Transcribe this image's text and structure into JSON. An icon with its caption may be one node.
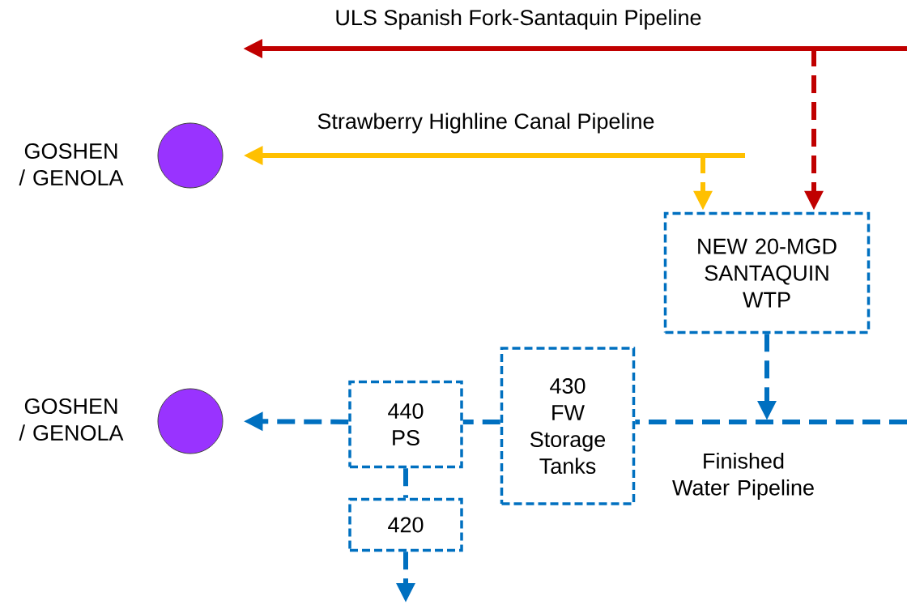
{
  "diagram": {
    "nodes": [
      {
        "text": [],
        "shape": "circle",
        "beside": [
          "GOSHEN / GENOLA"
        ]
      },
      {
        "text": [],
        "shape": "circle",
        "beside": [
          "GOSHEN / GENOLA"
        ]
      },
      {
        "text": [
          "NEW 20-MGD SANTAQUIN WTP"
        ]
      },
      {
        "text": [
          "440",
          "PS"
        ]
      },
      {
        "text": [
          "430",
          "FW Storage Tanks"
        ]
      },
      {
        "text": [
          "420"
        ]
      }
    ],
    "edges": [
      {
        "from": null,
        "to": 2,
        "arrow": "to",
        "style": "dashed",
        "color": "#c00000"
      },
      {
        "from": null,
        "to": 0,
        "arrow": "to",
        "label": "Strawberry Highline Canal Pipeline",
        "color": "#ffc000"
      },
      {
        "from": null,
        "to": 2,
        "arrow": "to",
        "style": "dashed",
        "color": "#ffc000"
      },
      {
        "from": 2,
        "to": null,
        "arrow": "to",
        "style": "dashed"
      },
      {
        "from": null,
        "to": 4,
        "arrow": "none",
        "label": "Finished Water Pipeline",
        "style": "dashed"
      },
      {
        "from": 4,
        "to": 3,
        "arrow": "none",
        "style": "dashed"
      },
      {
        "from": 3,
        "to": 1,
        "arrow": "to",
        "style": "dashed"
      },
      {
        "from": 3,
        "to": 5,
        "arrow": "none",
        "style": "dashed"
      },
      {
        "from": 5,
        "to": null,
        "arrow": "to",
        "style": "dashed"
      }
    ],
    "labels": [
      "ULS Spanish Fork-Santaquin Pipeline"
    ]
  }
}
